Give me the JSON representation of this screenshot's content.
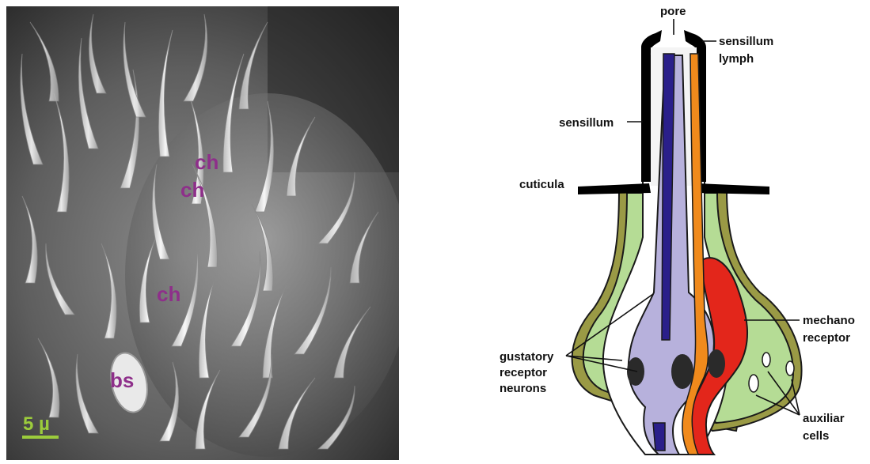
{
  "sem_image": {
    "labels": [
      "ch",
      "ch",
      "ch",
      "bs"
    ],
    "scale_bar_label": "5 µ"
  },
  "diagram": {
    "labels": {
      "pore": "pore",
      "sensillum_lymph_1": "sensillum",
      "sensillum_lymph_2": "lymph",
      "sensillum": "sensillum",
      "cuticula": "cuticula",
      "gustatory_1": "gustatory",
      "gustatory_2": "receptor",
      "gustatory_3": "neurons",
      "mechano_1": "mechano",
      "mechano_2": "receptor",
      "auxiliar_1": "auxiliar",
      "auxiliar_2": "cells"
    },
    "colors": {
      "outer_sheath": "#9a9a45",
      "auxiliar_cells": "#b5dc95",
      "inner_sheath": "#ffffff",
      "gustatory_neurons": "#b7b1dc",
      "neuron_dendrite": "#2a1f8a",
      "mechanoreceptor": "#e3261b",
      "mechano_dendrite": "#f08a1c",
      "nucleus": "#2a2a2a",
      "cuticle": "#000000"
    }
  }
}
